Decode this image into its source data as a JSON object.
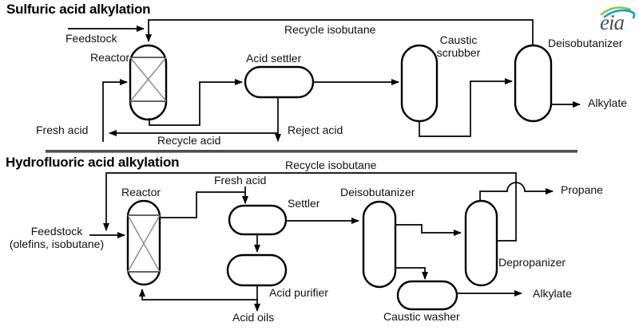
{
  "logo": {
    "text": "eia"
  },
  "colors": {
    "line": "#000000",
    "text": "#111111",
    "divider": "#4d4d4d",
    "reactor_internals": "#8a8a8a",
    "logo_text": "#4d4d4d",
    "logo_green": "#8dc63f",
    "logo_blue": "#00a0dc"
  },
  "sulfuric": {
    "title": "Sulfuric acid alkylation",
    "labels": {
      "feedstock": "Feedstock",
      "recycle_isobutane": "Recycle isobutane",
      "reactor": "Reactor",
      "acid_settler": "Acid settler",
      "caustic_scrubber": "Caustic\nscrubber",
      "deisobutanizer": "Deisobutanizer",
      "fresh_acid": "Fresh acid",
      "recycle_acid": "Recycle acid",
      "reject_acid": "Reject acid",
      "alkylate": "Alkylate"
    }
  },
  "hydrofluoric": {
    "title": "Hydrofluoric acid alkylation",
    "labels": {
      "recycle_isobutane": "Recycle isobutane",
      "fresh_acid": "Fresh acid",
      "reactor": "Reactor",
      "feedstock": "Feedstock\n(olefins, isobutane)",
      "settler": "Settler",
      "deisobutanizer": "Deisobutanizer",
      "acid_purifier": "Acid purifier",
      "acid_oils": "Acid oils",
      "caustic_washer": "Caustic washer",
      "depropanizer": "Depropanizer",
      "propane": "Propane",
      "alkylate": "Alkylate"
    }
  }
}
